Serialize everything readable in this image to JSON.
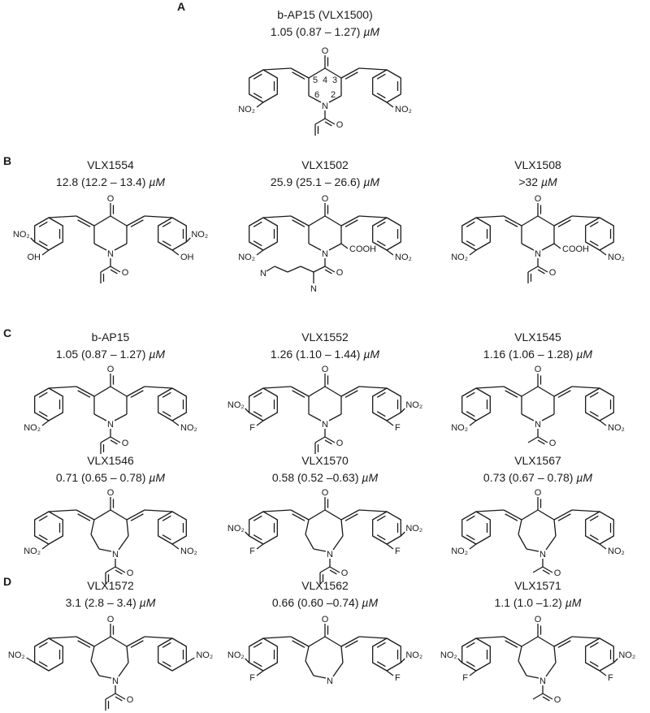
{
  "panels": [
    {
      "letter": "A",
      "compounds": [
        {
          "name": "b-AP15 (VLX1500)",
          "ic50_value": "1.05 (0.87 – 1.27) ",
          "ic50_unit": "µM",
          "labels": {
            "o": "O",
            "ring": [
              "4",
              "5",
              "3",
              "6",
              "2"
            ],
            "n": "N",
            "o2": "O",
            "left": "NO₂",
            "right": "NO₂"
          }
        }
      ]
    },
    {
      "letter": "B",
      "compounds": [
        {
          "name": "VLX1554",
          "ic50_value": "12.8 (12.2 – 13.4) ",
          "ic50_unit": "µM",
          "labels": {
            "o": "O",
            "n": "N",
            "o2": "O",
            "left": "NO₂",
            "left2": "OH",
            "right": "NO₂",
            "right2": "OH"
          }
        },
        {
          "name": "VLX1502",
          "ic50_value": "25.9 (25.1 – 26.6) ",
          "ic50_unit": "µM",
          "labels": {
            "o": "O",
            "n": "N",
            "o2": "O",
            "left": "NO₂",
            "right": "NO₂",
            "cooh": "COOH",
            "na": "N",
            "nb": "N"
          }
        },
        {
          "name": "VLX1508",
          "ic50_value": ">32 ",
          "ic50_unit": "µM",
          "labels": {
            "o": "O",
            "n": "N",
            "o2": "O",
            "left": "NO₂",
            "right": "NO₂",
            "cooh": "COOH"
          }
        }
      ]
    },
    {
      "letter": "C",
      "compounds": [
        {
          "name": "b-AP15",
          "ic50_value": "1.05 (0.87 – 1.27) ",
          "ic50_unit": "µM",
          "labels": {
            "o": "O",
            "n": "N",
            "o2": "O",
            "left": "NO₂",
            "right": "NO₂"
          }
        },
        {
          "name": "VLX1552",
          "ic50_value": "1.26 (1.10 – 1.44) ",
          "ic50_unit": "µM",
          "labels": {
            "o": "O",
            "n": "N",
            "o2": "O",
            "left": "NO₂",
            "left2": "F",
            "right": "NO₂",
            "right2": "F"
          }
        },
        {
          "name": "VLX1545",
          "ic50_value": "1.16 (1.06 – 1.28) ",
          "ic50_unit": "µM",
          "labels": {
            "o": "O",
            "n": "N",
            "o2": "O",
            "left": "NO₂",
            "right": "NO₂"
          }
        },
        {
          "name": "VLX1546",
          "ic50_value": "0.71 (0.65 – 0.78) ",
          "ic50_unit": "µM",
          "labels": {
            "o": "O",
            "n": "N",
            "o2": "O",
            "left": "NO₂",
            "right": "NO₂"
          }
        },
        {
          "name": "VLX1570",
          "ic50_value": "0.58 (0.52 –0.63) ",
          "ic50_unit": "µM",
          "labels": {
            "o": "O",
            "n": "N",
            "o2": "O",
            "left": "NO₂",
            "left2": "F",
            "right": "NO₂",
            "right2": "F"
          }
        },
        {
          "name": "VLX1567",
          "ic50_value": "0.73 (0.67 – 0.78) ",
          "ic50_unit": "µM",
          "labels": {
            "o": "O",
            "n": "N",
            "o2": "O",
            "left": "NO₂",
            "right": "NO₂"
          }
        }
      ]
    },
    {
      "letter": "D",
      "compounds": [
        {
          "name": "VLX1572",
          "ic50_value": "3.1 (2.8 – 3.4) ",
          "ic50_unit": "µM",
          "labels": {
            "o": "O",
            "n": "N",
            "o2": "O",
            "left": "NO₂",
            "right": "NO₂"
          }
        },
        {
          "name": "VLX1562",
          "ic50_value": "0.66 (0.60 –0.74) ",
          "ic50_unit": "µM",
          "labels": {
            "o": "O",
            "n": "N",
            "left": "NO₂",
            "left2": "F",
            "right": "NO₂",
            "right2": "F"
          }
        },
        {
          "name": "VLX1571",
          "ic50_value": "1.1 (1.0 –1.2) ",
          "ic50_unit": "µM",
          "labels": {
            "o": "O",
            "n": "N",
            "o2": "O",
            "left": "NO₂",
            "left2": "F",
            "right": "NO₂",
            "right2": "F"
          }
        }
      ]
    }
  ]
}
